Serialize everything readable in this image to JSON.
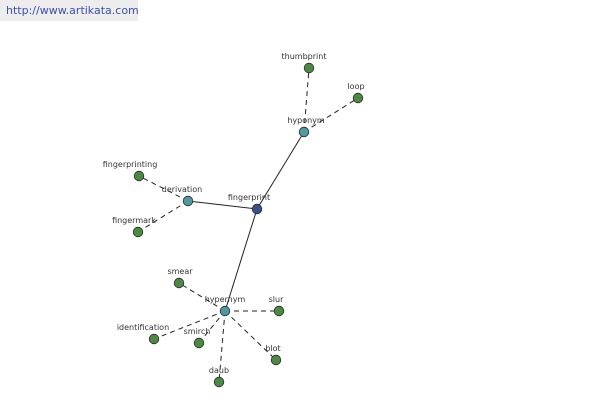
{
  "header": {
    "url_text": "http://www.artikata.com"
  },
  "graph": {
    "nodes": [
      {
        "id": "fingerprint",
        "label": "fingerprint",
        "kind": "root"
      },
      {
        "id": "hyponym",
        "label": "hyponym",
        "kind": "relation"
      },
      {
        "id": "derivation",
        "label": "derivation",
        "kind": "relation"
      },
      {
        "id": "hypernym",
        "label": "hypernym",
        "kind": "relation"
      },
      {
        "id": "thumbprint",
        "label": "thumbprint",
        "kind": "term"
      },
      {
        "id": "loop",
        "label": "loop",
        "kind": "term"
      },
      {
        "id": "fingerprinting",
        "label": "fingerprinting",
        "kind": "term"
      },
      {
        "id": "fingermark",
        "label": "fingermark",
        "kind": "term"
      },
      {
        "id": "smear",
        "label": "smear",
        "kind": "term"
      },
      {
        "id": "slur",
        "label": "slur",
        "kind": "term"
      },
      {
        "id": "identification",
        "label": "identification",
        "kind": "term"
      },
      {
        "id": "smirch",
        "label": "smirch",
        "kind": "term"
      },
      {
        "id": "blot",
        "label": "blot",
        "kind": "term"
      },
      {
        "id": "daub",
        "label": "daub",
        "kind": "term"
      }
    ],
    "edges": [
      {
        "from": "fingerprint",
        "to": "hyponym",
        "style": "solid"
      },
      {
        "from": "fingerprint",
        "to": "derivation",
        "style": "solid"
      },
      {
        "from": "fingerprint",
        "to": "hypernym",
        "style": "solid"
      },
      {
        "from": "hyponym",
        "to": "thumbprint",
        "style": "dashed"
      },
      {
        "from": "hyponym",
        "to": "loop",
        "style": "dashed"
      },
      {
        "from": "derivation",
        "to": "fingerprinting",
        "style": "dashed"
      },
      {
        "from": "derivation",
        "to": "fingermark",
        "style": "dashed"
      },
      {
        "from": "hypernym",
        "to": "smear",
        "style": "dashed"
      },
      {
        "from": "hypernym",
        "to": "slur",
        "style": "dashed"
      },
      {
        "from": "hypernym",
        "to": "identification",
        "style": "dashed"
      },
      {
        "from": "hypernym",
        "to": "smirch",
        "style": "dashed"
      },
      {
        "from": "hypernym",
        "to": "blot",
        "style": "dashed"
      },
      {
        "from": "hypernym",
        "to": "daub",
        "style": "dashed"
      }
    ],
    "colors": {
      "root": "#3a4f8c",
      "relation": "#4f9aa0",
      "term": "#4c8a44",
      "node_stroke": "#2a2a2a",
      "edge": "#222222"
    }
  }
}
